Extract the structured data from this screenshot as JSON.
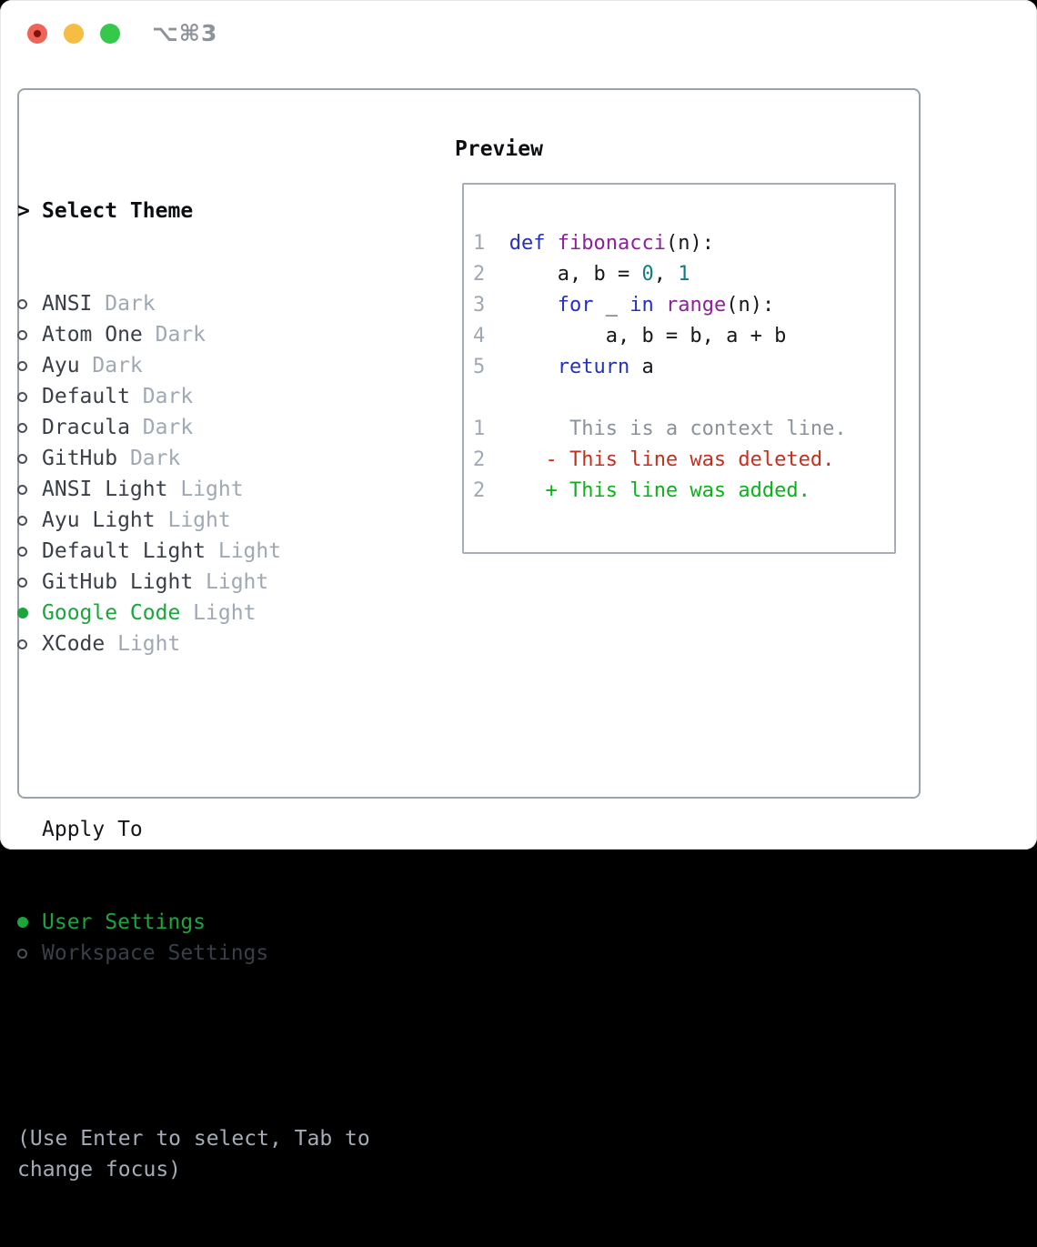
{
  "window": {
    "title": "⌥⌘3",
    "traffic_lights": {
      "close_color": "#ef6459",
      "close_dot_color": "#84130f",
      "minimize_color": "#f6bd45",
      "zoom_color": "#36c84b"
    }
  },
  "theme_picker": {
    "header_prefix": ">",
    "header": "Select Theme",
    "items": [
      {
        "name": "ANSI",
        "variant": "Dark",
        "selected": false
      },
      {
        "name": "Atom One",
        "variant": "Dark",
        "selected": false
      },
      {
        "name": "Ayu",
        "variant": "Dark",
        "selected": false
      },
      {
        "name": "Default",
        "variant": "Dark",
        "selected": false
      },
      {
        "name": "Dracula",
        "variant": "Dark",
        "selected": false
      },
      {
        "name": "GitHub",
        "variant": "Dark",
        "selected": false
      },
      {
        "name": "ANSI Light",
        "variant": "Light",
        "selected": false
      },
      {
        "name": "Ayu Light",
        "variant": "Light",
        "selected": false
      },
      {
        "name": "Default Light",
        "variant": "Light",
        "selected": false
      },
      {
        "name": "GitHub Light",
        "variant": "Light",
        "selected": false
      },
      {
        "name": "Google Code",
        "variant": "Light",
        "selected": true
      },
      {
        "name": "XCode",
        "variant": "Light",
        "selected": false
      }
    ]
  },
  "apply_to": {
    "header": "Apply To",
    "options": [
      {
        "label": "User Settings",
        "selected": true
      },
      {
        "label": "Workspace Settings",
        "selected": false
      }
    ]
  },
  "help_lines": [
    "(Use Enter to select, Tab to",
    "change focus)"
  ],
  "preview": {
    "header": "Preview",
    "lines": [
      {
        "segments": [
          {
            "t": "1  ",
            "c": "ln"
          },
          {
            "t": "def ",
            "c": "kw"
          },
          {
            "t": "fibonacci",
            "c": "fn"
          },
          {
            "t": "(n):",
            "c": "pl"
          }
        ]
      },
      {
        "segments": [
          {
            "t": "2  ",
            "c": "ln"
          },
          {
            "t": "    a, b = ",
            "c": "pl"
          },
          {
            "t": "0",
            "c": "num"
          },
          {
            "t": ", ",
            "c": "pl"
          },
          {
            "t": "1",
            "c": "num"
          }
        ]
      },
      {
        "segments": [
          {
            "t": "3  ",
            "c": "ln"
          },
          {
            "t": "    ",
            "c": "pl"
          },
          {
            "t": "for",
            "c": "kw"
          },
          {
            "t": " _ ",
            "c": "pl"
          },
          {
            "t": "in",
            "c": "kw"
          },
          {
            "t": " ",
            "c": "pl"
          },
          {
            "t": "range",
            "c": "fn"
          },
          {
            "t": "(n):",
            "c": "pl"
          }
        ]
      },
      {
        "segments": [
          {
            "t": "4  ",
            "c": "ln"
          },
          {
            "t": "        a, b = b, a + b",
            "c": "pl"
          }
        ]
      },
      {
        "segments": [
          {
            "t": "5  ",
            "c": "ln"
          },
          {
            "t": "    ",
            "c": "pl"
          },
          {
            "t": "return",
            "c": "kw"
          },
          {
            "t": " a",
            "c": "pl"
          }
        ]
      },
      {
        "segments": []
      },
      {
        "segments": [
          {
            "t": "1",
            "c": "ln"
          },
          {
            "t": "       ",
            "c": "pl"
          },
          {
            "t": "This is a context line.",
            "c": "ctx"
          }
        ]
      },
      {
        "segments": [
          {
            "t": "2",
            "c": "ln"
          },
          {
            "t": "     ",
            "c": "pl"
          },
          {
            "t": "- This line was deleted.",
            "c": "del"
          }
        ]
      },
      {
        "segments": [
          {
            "t": "2",
            "c": "ln"
          },
          {
            "t": "     ",
            "c": "pl"
          },
          {
            "t": "+ This line was added.",
            "c": "add"
          }
        ]
      }
    ]
  },
  "colors": {
    "selected_green": "#1aa63c",
    "list_text": "#3a3f47",
    "variant_gray": "#9fa8b3",
    "help_gray": "#a4acb8",
    "panel_border": "#9aa2ae",
    "preview_border": "#a6adb9",
    "keyword_blue": "#2430bf",
    "function_purple": "#8e219b",
    "number_teal": "#0d7e82",
    "line_number_gray": "#9fa8b3",
    "context_gray": "#8b929b",
    "deleted_red": "#c52f1f",
    "added_green": "#09b419",
    "title_gray": "#8d939b"
  }
}
